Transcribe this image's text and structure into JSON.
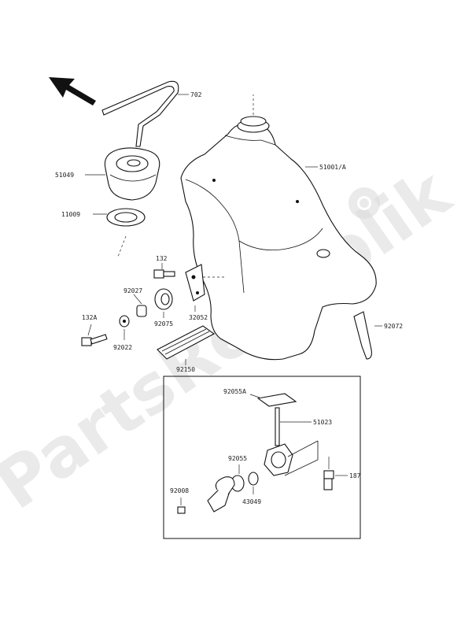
{
  "watermark": {
    "text": "PartsRepublik"
  },
  "labels": {
    "p702": "702",
    "p51049": "51049",
    "p11009": "11009",
    "p51001A": "51001/A",
    "p132": "132",
    "p92027": "92027",
    "p92075": "92075",
    "p32052": "32052",
    "p132A": "132A",
    "p92022": "92022",
    "p92150": "92150",
    "p92072": "92072",
    "p92055A": "92055A",
    "p51023": "51023",
    "p92055": "92055",
    "p43049": "43049",
    "p92008": "92008",
    "p187": "187"
  },
  "icons": {
    "front_arrow": "arrow-up-left-icon",
    "gear": "gear-icon"
  },
  "colors": {
    "line": "#111111",
    "watermark": "#d9d9d9"
  }
}
